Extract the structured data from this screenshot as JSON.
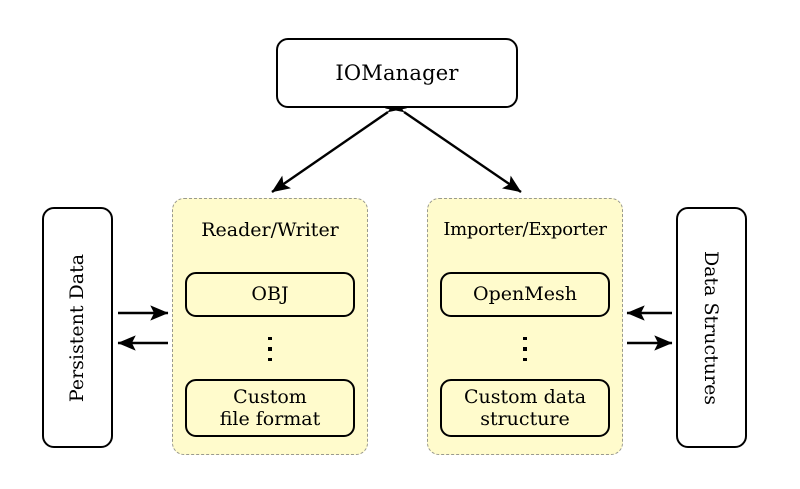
{
  "diagram": {
    "title_node": {
      "label": "IOManager"
    },
    "left_entity": {
      "label": "Persistent Data"
    },
    "right_entity": {
      "label": "Data Structures"
    },
    "groups": [
      {
        "id": "reader-writer",
        "title": "Reader/Writer",
        "top_item": "OBJ",
        "ellipsis": "⋮",
        "bottom_item_line1": "Custom",
        "bottom_item_line2": "file format"
      },
      {
        "id": "importer-exporter",
        "title": "Importer/Exporter",
        "top_item": "OpenMesh",
        "ellipsis": "⋮",
        "bottom_item_line1": "Custom data",
        "bottom_item_line2": "structure"
      }
    ],
    "connections": [
      {
        "name": "iomanager-to-reader-writer",
        "style": "double-headed-diagonal"
      },
      {
        "name": "iomanager-to-importer-exporter",
        "style": "double-headed-diagonal"
      },
      {
        "name": "persistent-data-to-reader-writer",
        "style": "single-headed-right"
      },
      {
        "name": "reader-writer-to-persistent-data",
        "style": "single-headed-left"
      },
      {
        "name": "data-structures-to-importer-exporter",
        "style": "single-headed-left"
      },
      {
        "name": "importer-exporter-to-data-structures",
        "style": "single-headed-right"
      }
    ],
    "colors": {
      "panel_fill": "#fffbcc",
      "panel_border": "#9a9a8f",
      "stroke": "#000000",
      "background": "#ffffff"
    }
  }
}
